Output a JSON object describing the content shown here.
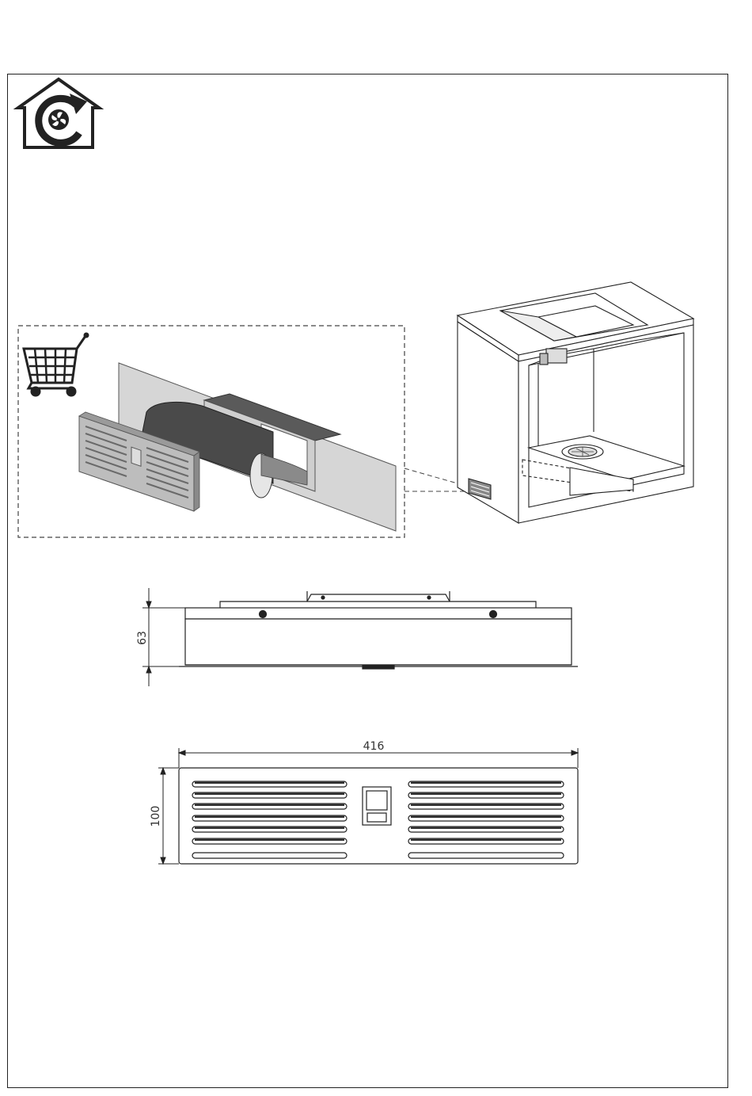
{
  "icons": {
    "recirculation": "recirculation-house-icon",
    "accessory": "shopping-cart-icon"
  },
  "dimensions": {
    "height_side_view": "63",
    "width_front_view": "416",
    "height_front_view": "100"
  },
  "colors": {
    "line": "#222222",
    "panel_light": "#d4d4d4",
    "panel_mid": "#a8a8a8",
    "panel_dark": "#555555",
    "duct": "#4a4a4a"
  }
}
